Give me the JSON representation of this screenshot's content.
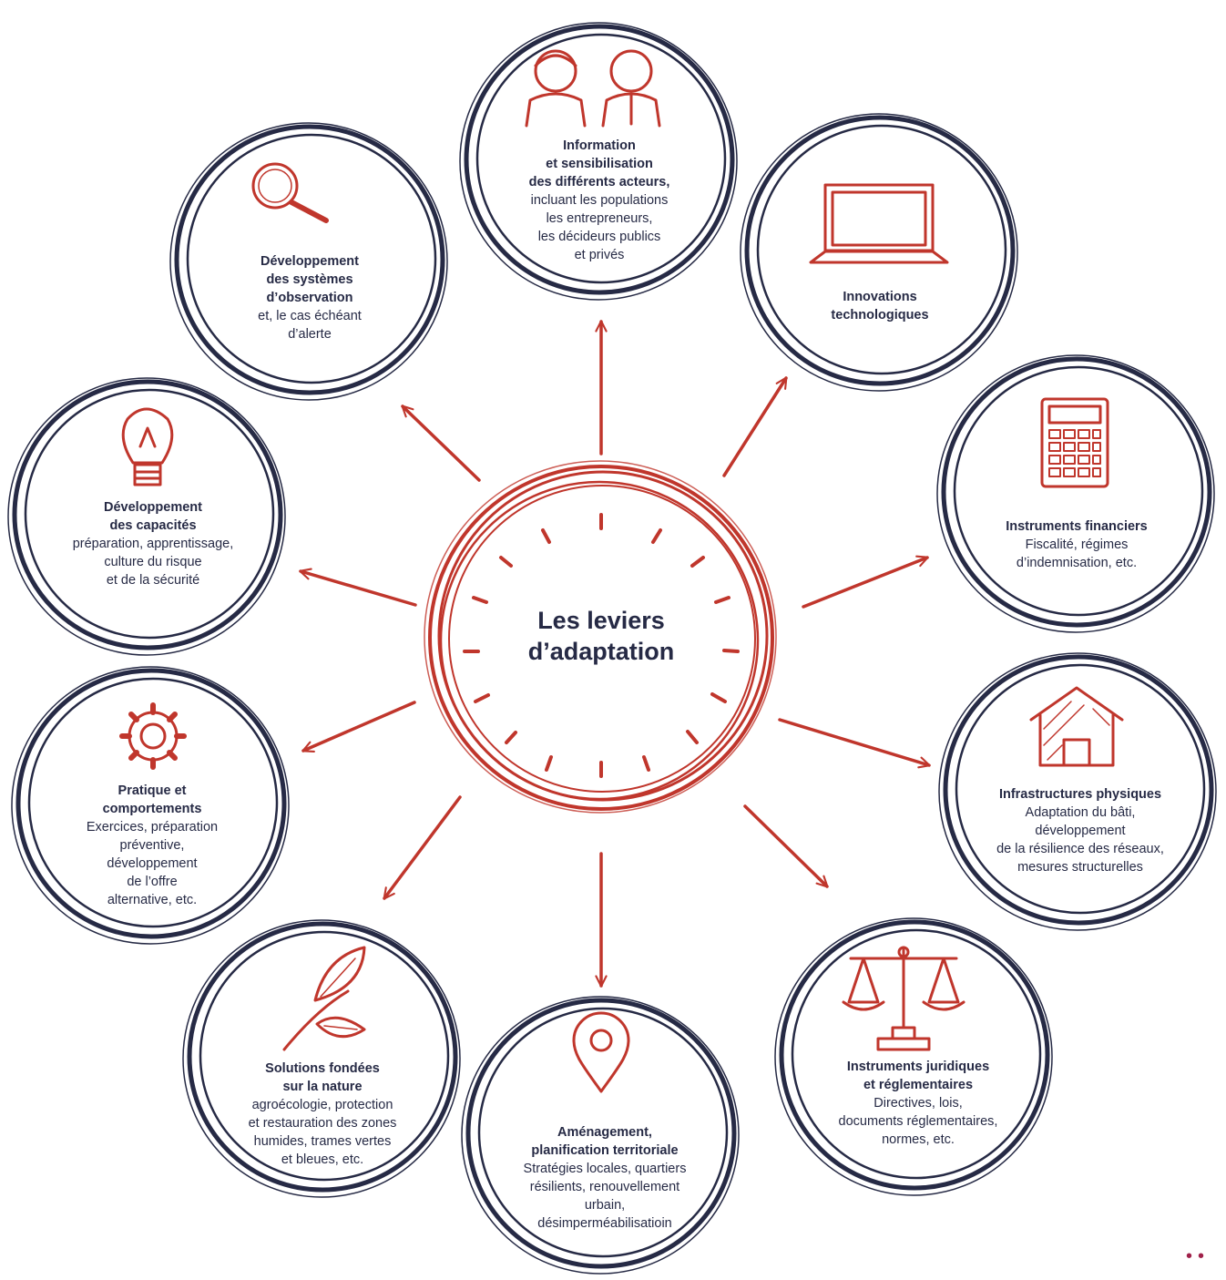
{
  "colors": {
    "navy": "#262a45",
    "red": "#c0362c",
    "dots": "#a0214a"
  },
  "center": {
    "label": "Les leviers\nd’adaptation"
  },
  "nodes": [
    {
      "id": "information",
      "icon": "people-icon",
      "title": "Information\net sensibilisation\ndes différents acteurs,",
      "desc": "incluant les populations\nles entrepreneurs,\nles décideurs publics\net privés"
    },
    {
      "id": "innovations",
      "icon": "laptop-icon",
      "title": "Innovations\ntechnologiques",
      "desc": ""
    },
    {
      "id": "financiers",
      "icon": "calculator-icon",
      "title": "Instruments financiers",
      "desc": "Fiscalité, régimes\nd’indemnisation, etc."
    },
    {
      "id": "infrastructures",
      "icon": "house-icon",
      "title": "Infrastructures physiques",
      "desc": "Adaptation du bâti,\ndéveloppement\nde la résilience des réseaux,\nmesures structurelles"
    },
    {
      "id": "juridiques",
      "icon": "scales-icon",
      "title": "Instruments juridiques\net réglementaires",
      "desc": "Directives, lois,\ndocuments réglementaires,\nnormes, etc."
    },
    {
      "id": "amenagement",
      "icon": "location-pin-icon",
      "title": "Aménagement,\nplanification territoriale",
      "desc": "Stratégies locales, quartiers\nrésilients, renouvellement\nurbain,\ndésimperméabilisatioin"
    },
    {
      "id": "nature",
      "icon": "leaf-icon",
      "title": "Solutions fondées\nsur la nature",
      "desc": "agroécologie, protection\net restauration des zones\nhumides, trames vertes\net bleues, etc."
    },
    {
      "id": "pratique",
      "icon": "gear-icon",
      "title": "Pratique et\ncomportements",
      "desc": "Exercices, préparation\npréventive,\ndéveloppement\nde l’offre\nalternative, etc."
    },
    {
      "id": "capacites",
      "icon": "lightbulb-icon",
      "title": "Développement\ndes capacités",
      "desc": "préparation, apprentissage,\nculture du risque\net de la sécurité"
    },
    {
      "id": "observation",
      "icon": "magnifier-icon",
      "title": "Développement\ndes systèmes\nd’observation",
      "desc": "et, le cas échéant\nd’alerte"
    }
  ],
  "footer": {
    "dots": "••"
  }
}
